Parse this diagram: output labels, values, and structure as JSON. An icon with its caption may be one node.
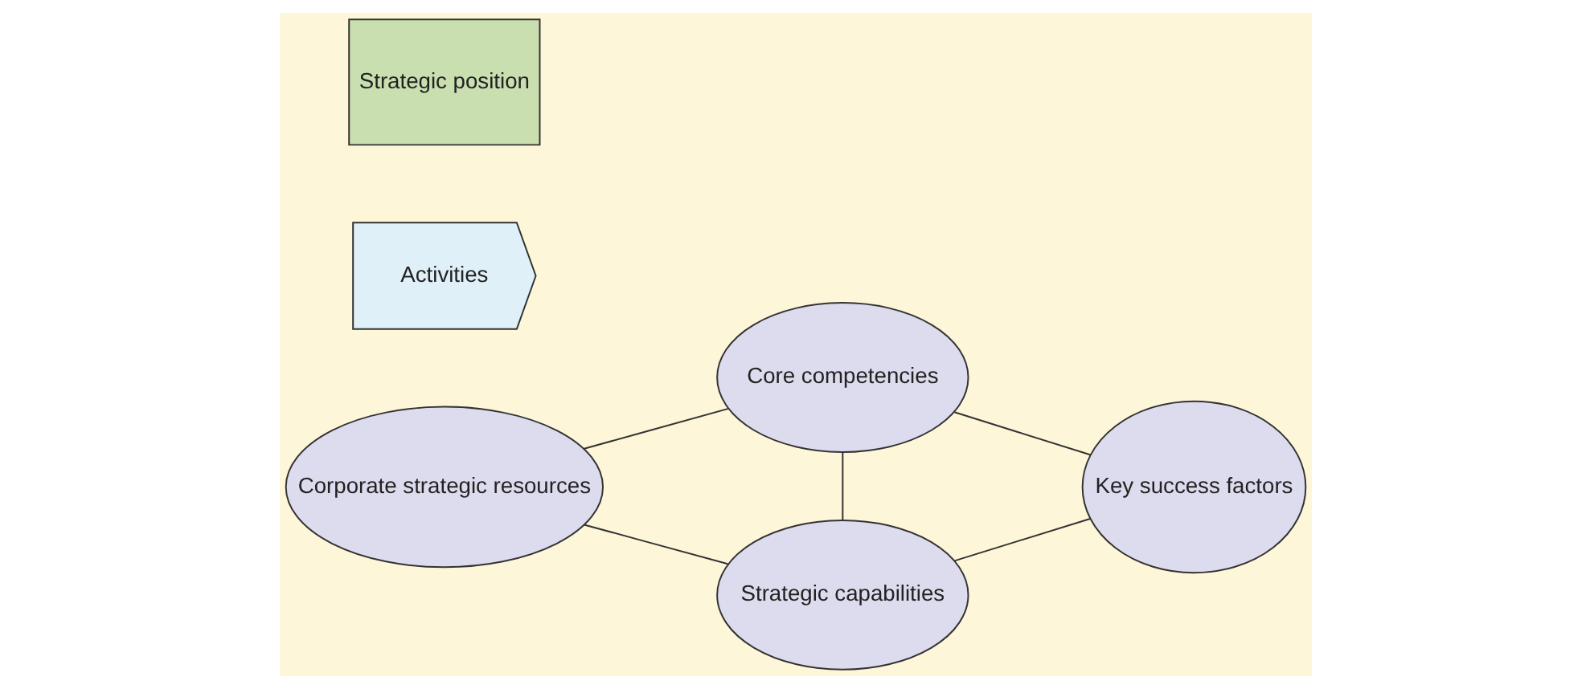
{
  "diagram": {
    "nodes": [
      {
        "text": [
          "Corporate strategic resources"
        ]
      },
      {
        "text": [
          "Core competencies"
        ]
      },
      {
        "text": [
          "Strategic capabilities"
        ]
      },
      {
        "text": [
          "Key success factors"
        ]
      },
      {
        "text": [
          "Activities"
        ]
      },
      {
        "text": [
          "Strategic position"
        ]
      }
    ],
    "edges": [
      {
        "from": 0,
        "to": 1,
        "arrow": "none"
      },
      {
        "from": 0,
        "to": 2,
        "arrow": "none"
      },
      {
        "from": 1,
        "to": 2,
        "arrow": "none"
      },
      {
        "from": 1,
        "to": 3,
        "arrow": "none"
      },
      {
        "from": 2,
        "to": 3,
        "arrow": "none"
      }
    ]
  }
}
